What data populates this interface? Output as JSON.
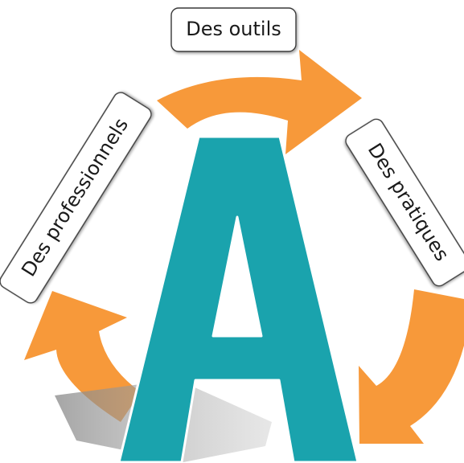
{
  "diagram": {
    "center_letter": "A",
    "labels": {
      "tools": "Des outils",
      "practices": "Des pratiques",
      "professionals": "Des professionnels"
    }
  },
  "colors": {
    "arrow_orange": "#F7993A",
    "letter_teal": "#1AA3AD",
    "shadow_gray": "#9a9a9a",
    "label_border": "#3a3a3a"
  }
}
